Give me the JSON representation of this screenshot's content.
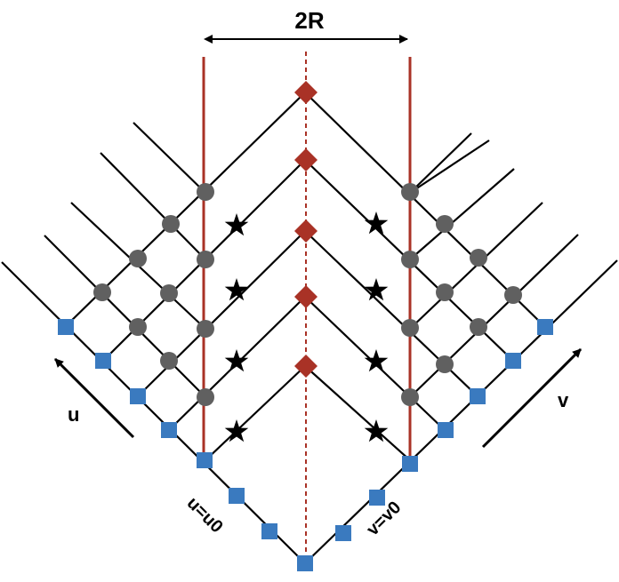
{
  "labels": {
    "width": "2R",
    "u_axis": "u",
    "v_axis": "v",
    "u_boundary": "u=u0",
    "v_boundary": "v=v0"
  },
  "colors": {
    "line": "#000000",
    "boundary": "#a93226",
    "diamond": "#a93226",
    "circle": "#606060",
    "square": "#3a7abf",
    "star": "#000000"
  }
}
